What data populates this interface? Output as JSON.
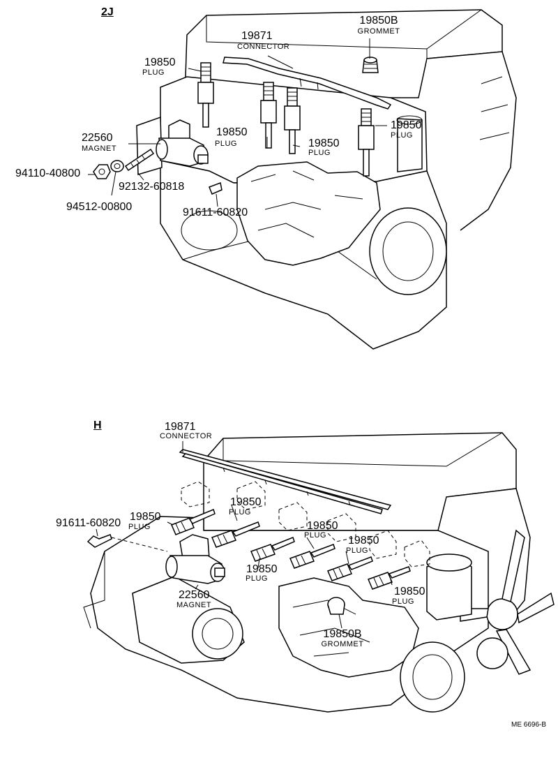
{
  "sections": {
    "top": {
      "label": "2J",
      "parts": {
        "grommet": {
          "number": "19850B",
          "name": "GROMMET"
        },
        "connector": {
          "number": "19871",
          "name": "CONNECTOR"
        },
        "plug_a": {
          "number": "19850",
          "name": "PLUG"
        },
        "plug_b": {
          "number": "19850",
          "name": "PLUG"
        },
        "plug_c": {
          "number": "19850",
          "name": "PLUG"
        },
        "plug_d": {
          "number": "19850",
          "name": "PLUG"
        },
        "magnet": {
          "number": "22560",
          "name": "MAGNET"
        },
        "nut": {
          "number": "94110-40800"
        },
        "stud": {
          "number": "92132-60818"
        },
        "washer": {
          "number": "94512-00800"
        },
        "bolt": {
          "number": "91611-60820"
        }
      }
    },
    "bottom": {
      "label": "H",
      "parts": {
        "connector": {
          "number": "19871",
          "name": "CONNECTOR"
        },
        "bolt": {
          "number": "91611-60820"
        },
        "plug_a": {
          "number": "19850",
          "name": "PLUG"
        },
        "plug_b": {
          "number": "19850",
          "name": "PLUG"
        },
        "plug_c": {
          "number": "19850",
          "name": "PLUG"
        },
        "plug_d": {
          "number": "19850",
          "name": "PLUG"
        },
        "plug_e": {
          "number": "19850",
          "name": "PLUG"
        },
        "plug_f": {
          "number": "19850",
          "name": "PLUG"
        },
        "magnet": {
          "number": "22560",
          "name": "MAGNET"
        },
        "grommet": {
          "number": "19850B",
          "name": "GROMMET"
        }
      }
    }
  },
  "footer_code": "ME 6696-B"
}
